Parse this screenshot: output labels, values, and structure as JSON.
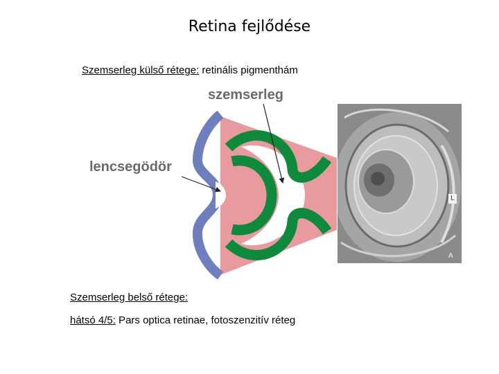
{
  "title": "Retina fejlődése",
  "outer_layer": {
    "label": "Szemserleg külső rétege:",
    "text": " retinális pigmenthám"
  },
  "diagram": {
    "label_optic_cup": "szemserleg",
    "label_lens_pit": "lencsegödör",
    "micrograph_letter_l": "L",
    "micrograph_letter_a": "A",
    "colors": {
      "pink_tissue": "#e99a9e",
      "blue_layer": "#6f7fbe",
      "green_layer": "#0f8a3c",
      "micrograph": "#8e8e8e"
    }
  },
  "inner_layer": {
    "label": "Szemserleg belső rétege:"
  },
  "posterior": {
    "label": "hátsó 4/5:",
    "text": " Pars optica retinae, fotoszenzitív réteg"
  }
}
